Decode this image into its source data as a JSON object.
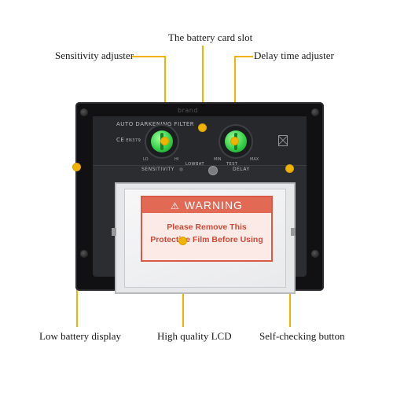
{
  "labels": {
    "battery_slot": "The battery card slot",
    "sensitivity": "Sensitivity adjuster",
    "delay": "Delay time adjuster",
    "low_battery": "Low battery display",
    "lcd": "High quality LCD",
    "self_check": "Self-checking button"
  },
  "device": {
    "filter_label": "AUTO DARKENING FILTER",
    "brand_text": "brand",
    "ce_mark": "CE",
    "standard": "EN379",
    "sensitivity_label": "SENSITIVITY",
    "low_bat_label": "LOWBAT",
    "test_label": "TEST",
    "delay_label": "DELAY",
    "sens_min": "LO",
    "sens_max": "HI",
    "delay_min": "MIN",
    "delay_max": "MAX"
  },
  "lcd_sticker": {
    "heading": "WARNING",
    "line1": "Please Remove This",
    "line2": "Protective Film Before Using"
  },
  "colors": {
    "marker": "#f0b400",
    "knob": "#35d14a",
    "warning": "#e26a55"
  },
  "icons": [
    "warning-triangle-icon",
    "recycle-bin-crossed-icon"
  ]
}
